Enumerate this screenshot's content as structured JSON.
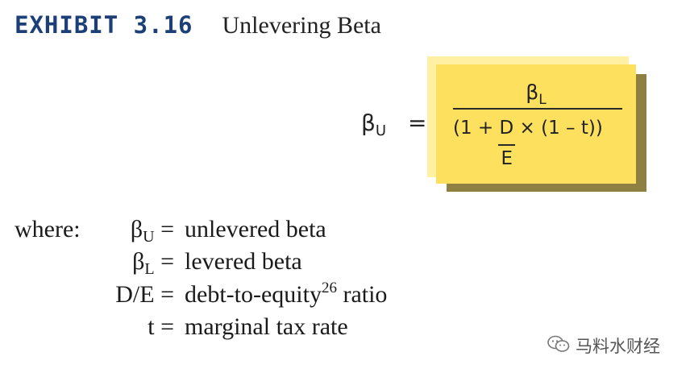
{
  "exhibit": {
    "label": "EXHIBIT 3.16",
    "title": "Unlevering Beta"
  },
  "formula": {
    "lhs_symbol": "β",
    "lhs_sub": "U",
    "equals": "=",
    "numerator_symbol": "β",
    "numerator_sub": "L",
    "denominator": {
      "open": "(1  +",
      "debt": "D",
      "equity": "E",
      "rest": "×  (1 – t))"
    }
  },
  "colors": {
    "exhibit_label": "#1d3f78",
    "box_fill": "#fde15e",
    "box_back": "#fff0a3",
    "box_shadow": "#8e8043"
  },
  "definitions": {
    "where_label": "where:",
    "items": [
      {
        "symbol": "β",
        "sub": "U",
        "eq": "=",
        "text": "unlevered beta"
      },
      {
        "symbol": "β",
        "sub": "L",
        "eq": "=",
        "text": "levered beta"
      },
      {
        "symbol": "D/E",
        "eq": "=",
        "text": "debt-to-equity",
        "footnote": "26",
        "tail": " ratio"
      },
      {
        "symbol": "t",
        "eq": "=",
        "text": "marginal tax rate"
      }
    ]
  },
  "watermark": {
    "icon": "wechat-icon",
    "text": "马料水财经"
  }
}
